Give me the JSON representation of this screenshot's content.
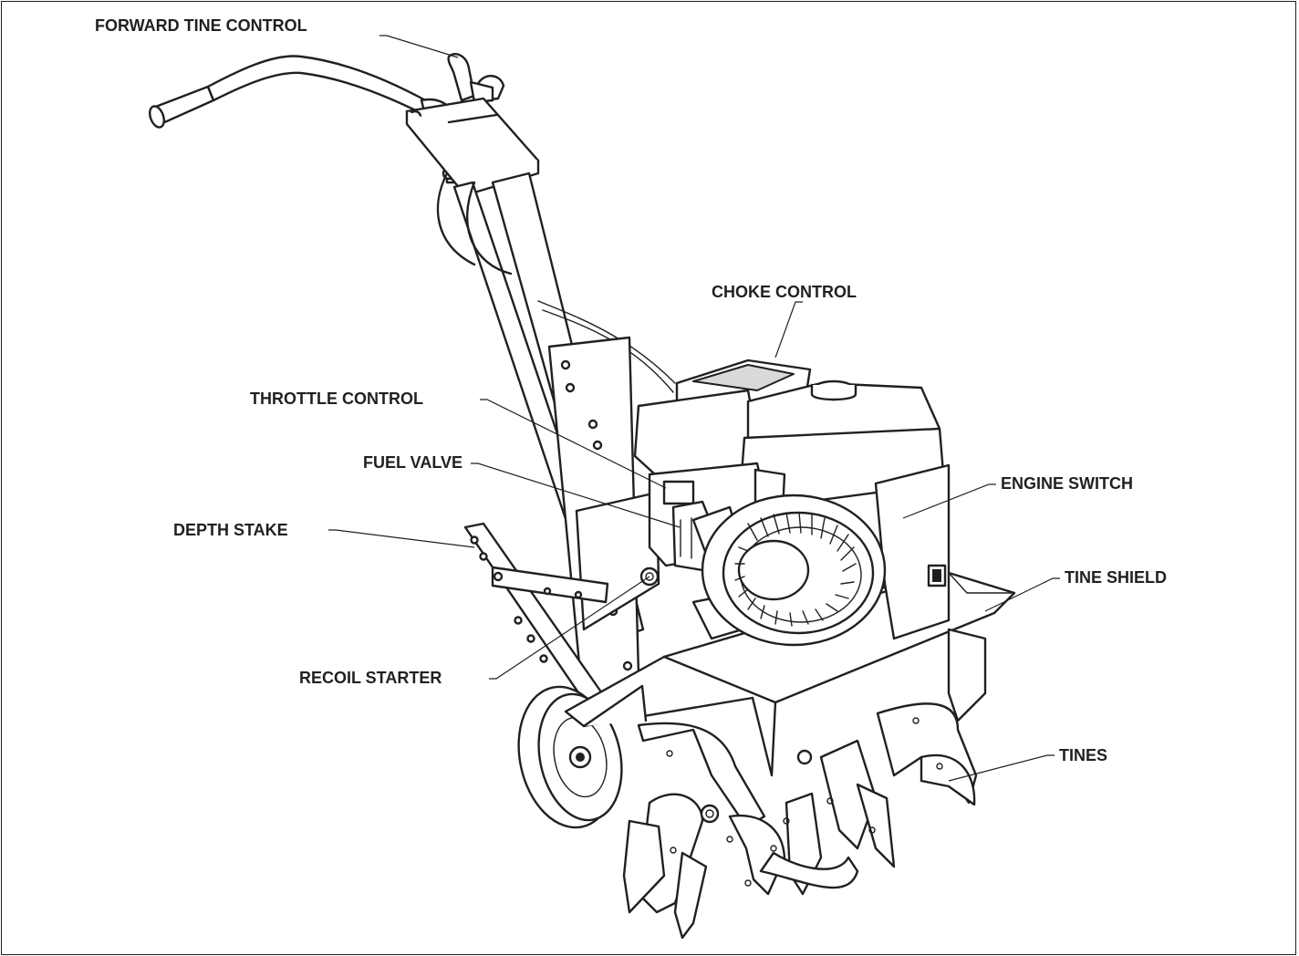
{
  "labels": {
    "forward_tine_control": "FORWARD TINE CONTROL",
    "choke_control": "CHOKE CONTROL",
    "throttle_control": "THROTTLE CONTROL",
    "fuel_valve": "FUEL VALVE",
    "engine_switch": "ENGINE SWITCH",
    "depth_stake": "DEPTH STAKE",
    "tine_shield": "TINE SHIELD",
    "recoil_starter": "RECOIL STARTER",
    "tines": "TINES"
  },
  "colors": {
    "ink": "#231f20",
    "paper": "#ffffff"
  }
}
